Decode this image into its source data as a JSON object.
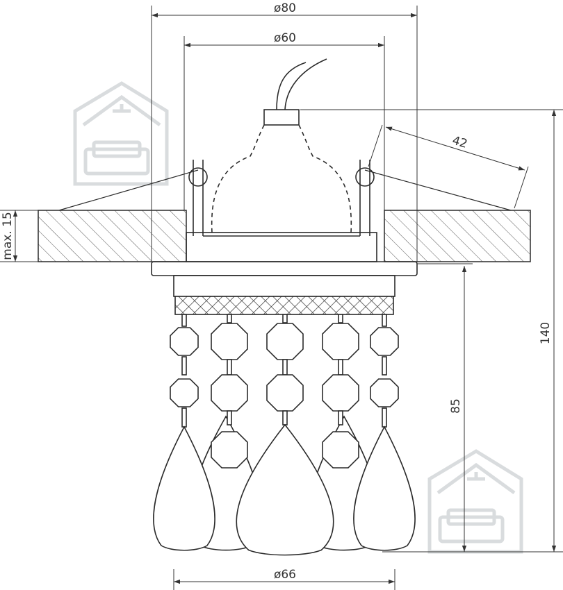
{
  "dimensions": {
    "top_outer": "ø80",
    "top_inner": "ø60",
    "tilt": "42",
    "ceiling_thickness": "max. 15",
    "total_height": "140",
    "visible_height": "85",
    "bottom_diameter": "ø66"
  },
  "watermark": {
    "icon": "house-with-sofa-logo"
  },
  "colors": {
    "line": "#2b2b2b",
    "hatch": "#555555",
    "watermark": "#d9dcde"
  }
}
